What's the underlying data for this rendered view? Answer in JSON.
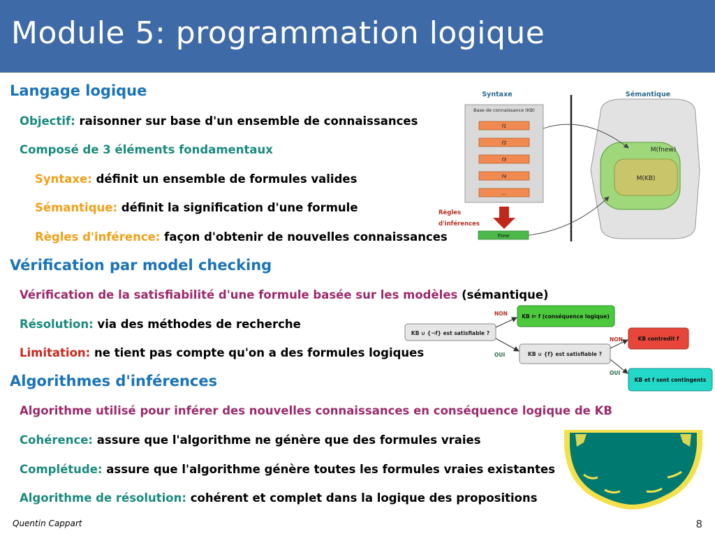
{
  "slide": {
    "title": "Module 5: programmation logique",
    "footer_author": "Quentin Cappart",
    "page_number": "8"
  },
  "content": {
    "s1": {
      "heading": "Langage logique"
    },
    "s1_l1": {
      "kw": "Objectif:",
      "text": " raisonner sur base d'un ensemble de connaissances"
    },
    "s1_l2": {
      "text": "Composé de 3 éléments fondamentaux"
    },
    "s1_l3": {
      "kw": "Syntaxe:",
      "text": " définit un ensemble de formules valides"
    },
    "s1_l4": {
      "kw": "Sémantique:",
      "text": " définit la signification d'une formule"
    },
    "s1_l5": {
      "kw": "Règles d'inférence:",
      "text": " façon d'obtenir de nouvelles connaissances"
    },
    "s2": {
      "heading": "Vérification par model checking"
    },
    "s2_l1": {
      "kw": "Vérification de la satisfiabilité d'une formule basée sur les modèles",
      "text": " (sémantique)"
    },
    "s2_l2": {
      "kw": "Résolution:",
      "text": " via des méthodes de recherche"
    },
    "s2_l3": {
      "kw": "Limitation:",
      "text": " ne tient pas compte qu'on a des formules logiques"
    },
    "s3": {
      "heading": "Algorithmes d'inférences"
    },
    "s3_l1": {
      "kw": "Algorithme utilisé pour inférer des nouvelles connaissances en conséquence logique de KB"
    },
    "s3_l2": {
      "kw": "Cohérence:",
      "text": " assure que l'algorithme ne génère que des formules vraies"
    },
    "s3_l3": {
      "kw": "Complétude:",
      "text": " assure que l'algorithme génère toutes les formules vraies existantes"
    },
    "s3_l4": {
      "kw": "Algorithme de résolution:",
      "text": " cohérent et complet dans la logique des propositions"
    }
  },
  "diagram_kb": {
    "syntax_label": "Syntaxe",
    "semantics_label": "Sémantique",
    "kb_box_title": "Base de connaissance (KB)",
    "formulas": [
      "f1",
      "f2",
      "f3",
      "f4",
      "..."
    ],
    "rules_label_1": "Règles",
    "rules_label_2": "d'inférences",
    "fnew_label": "fnew",
    "model_fnew_label": "M(fnew)",
    "model_kb_label": "M(KB)"
  },
  "diagram_flow": {
    "node_start": "KB ∪ {¬f} est satisfiable ?",
    "node_second": "KB ∪ {f} est satisfiable ?",
    "node_consequence": "KB ⊨ f (conséquence logique)",
    "node_contradicts": "KB contredit f",
    "node_contingent": "KB et f sont contingents",
    "edge_non_1": "NON",
    "edge_oui_1": "OUI",
    "edge_non_2": "NON",
    "edge_oui_2": "OUI"
  },
  "colors": {
    "header_bg": "#3f6aa8",
    "section_blue": "#1a73b8",
    "keyword_teal": "#1a8a7d",
    "keyword_orange": "#f0a018",
    "keyword_purple": "#9c2a6b",
    "keyword_red": "#c8281e",
    "flow_green": "#4cc93c",
    "flow_red": "#e8463a",
    "flow_cyan": "#22d8c8",
    "logo_teal": "#007a70",
    "logo_yellow": "#f4e04a"
  }
}
